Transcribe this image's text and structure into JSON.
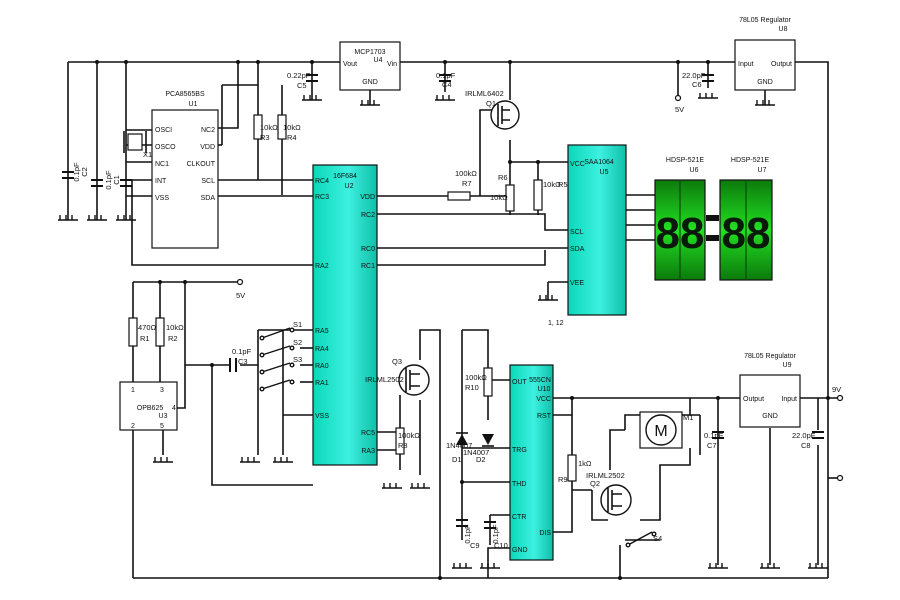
{
  "components": {
    "u1": {
      "label": "PCA8565BS",
      "ref": "U1",
      "pins_left": [
        "OSCI",
        "OSCO",
        "NC1",
        "INT",
        "VSS"
      ],
      "pins_right": [
        "NC2",
        "VDD",
        "CLKOUT",
        "SCL",
        "SDA"
      ]
    },
    "u2": {
      "label": "16F684",
      "ref": "U2",
      "pins_left": [
        "RC4",
        "RC3",
        "RA2",
        "RA5",
        "RA4",
        "RA0",
        "RA1",
        "VSS"
      ],
      "pins_right": [
        "VDD",
        "RC2",
        "RC0",
        "RC1",
        "RC5",
        "RA3"
      ]
    },
    "u3": {
      "label": "OPB625",
      "ref": "U3",
      "pins": [
        "1",
        "3",
        "4",
        "2",
        "5"
      ]
    },
    "u4": {
      "label": "MCP1703",
      "ref": "U4",
      "vout": "Vout",
      "vin": "Vin",
      "gnd": "GND"
    },
    "u5": {
      "label": "SAA1064",
      "ref": "U5",
      "pins": [
        "VCC",
        "SCL",
        "SDA",
        "VEE"
      ],
      "note": "1, 12"
    },
    "u6": {
      "label": "HDSP-521E",
      "ref": "U6",
      "digits": "88"
    },
    "u7": {
      "label": "HDSP-521E",
      "ref": "U7",
      "digits": "88"
    },
    "u8": {
      "label": "78L05 Regulator",
      "ref": "U8",
      "input": "Input",
      "output": "Output",
      "gnd": "GND"
    },
    "u9": {
      "label": "78L05 Regulator",
      "ref": "U9",
      "input": "Input",
      "output": "Output",
      "gnd": "GND"
    },
    "u10": {
      "label": "555CN",
      "ref": "U10",
      "pins_left": [
        "OUT",
        "TRG",
        "THD",
        "CTR",
        "GND"
      ],
      "pins_right": [
        "VCC",
        "RST",
        "DIS"
      ]
    },
    "r1": {
      "value": "470Ω",
      "ref": "R1"
    },
    "r2": {
      "value": "10kΩ",
      "ref": "R2"
    },
    "r3": {
      "value": "10kΩ",
      "ref": "R3"
    },
    "r4": {
      "value": "10kΩ",
      "ref": "R4"
    },
    "r5": {
      "value": "10kΩ",
      "ref": "R5"
    },
    "r6": {
      "value": "10kΩ",
      "ref": "R6"
    },
    "r7": {
      "value": "100kΩ",
      "ref": "R7"
    },
    "r8": {
      "value": "100kΩ",
      "ref": "R8"
    },
    "r9": {
      "value": "1kΩ",
      "ref": "R9"
    },
    "r10": {
      "value": "100kΩ",
      "ref": "R10"
    },
    "c1": {
      "value": "0.1pF",
      "ref": "C1"
    },
    "c2": {
      "value": "0.1pF",
      "ref": "C2"
    },
    "c3": {
      "value": "0.1pF",
      "ref": "C3"
    },
    "c4": {
      "value": "0.1pF",
      "ref": "C4"
    },
    "c5": {
      "value": "0.22pF",
      "ref": "C5"
    },
    "c6": {
      "value": "22.0pF",
      "ref": "C6"
    },
    "c7": {
      "value": "0.1pF",
      "ref": "C7"
    },
    "c8": {
      "value": "22.0pF",
      "ref": "C8"
    },
    "c9": {
      "value": "0.1pF",
      "ref": "C9"
    },
    "c10": {
      "value": "0.1pF",
      "ref": "C10"
    },
    "q1": {
      "label": "IRLML6402",
      "ref": "Q1"
    },
    "q2": {
      "label": "IRLML2502",
      "ref": "Q2"
    },
    "q3": {
      "label": "IRLML2502",
      "ref": "Q3"
    },
    "d1": {
      "label": "1N4007",
      "ref": "D1"
    },
    "d2": {
      "label": "1N4007",
      "ref": "D2"
    },
    "x1": {
      "ref": "X1"
    },
    "m1": {
      "symbol": "M",
      "ref": "M1"
    },
    "s1": {
      "ref": "S1"
    },
    "s2": {
      "ref": "S2"
    },
    "s3": {
      "ref": "S3"
    },
    "s4": {
      "ref": "S4"
    }
  },
  "net_labels": {
    "five_v_top": "5V",
    "five_v_left": "5V",
    "nine_v": "9V"
  },
  "colors": {
    "chip_cyan": "#1de0c8",
    "display_green": "#18d018",
    "display_dark": "#0c8a0c",
    "wire": "#111111"
  }
}
